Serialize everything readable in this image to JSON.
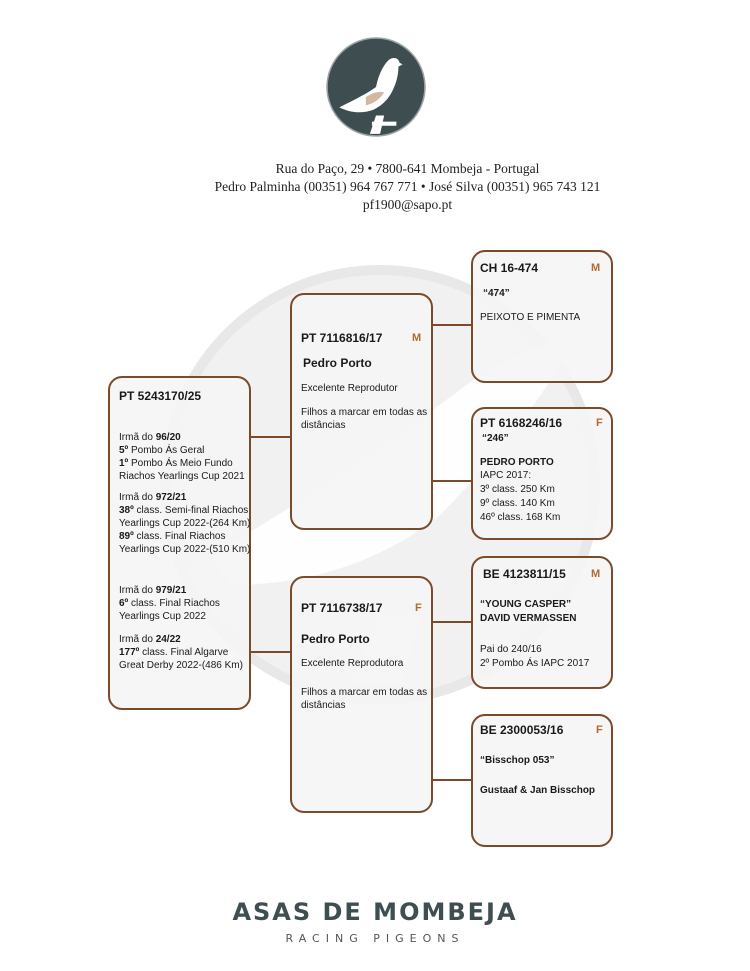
{
  "header": {
    "address": "Rua do Paço, 29 • 7800-641 Mombeja - Portugal",
    "contacts": "Pedro Palminha (00351) 964 767 771 • José Silva (00351) 965 743 121",
    "email": "pf1900@sapo.pt"
  },
  "subject": {
    "ring": "PT 5243170/25",
    "siblings": [
      {
        "prefix": "Irmã do ",
        "ring": "96/20",
        "results": [
          {
            "rank": "5º",
            "text": " Pombo Ás Geral"
          },
          {
            "rank": "1º",
            "text": " Pombo Ás Meio Fundo"
          },
          {
            "rank": "",
            "text": "Riachos Yearlings Cup 2021"
          }
        ]
      },
      {
        "prefix": "Irmã do ",
        "ring": "972/21",
        "results": [
          {
            "rank": "38º",
            "text": " class. Semi-final Riachos"
          },
          {
            "rank": "",
            "text": "Yearlings Cup 2022-(264 Km)"
          },
          {
            "rank": "89º",
            "text": " class. Final Riachos"
          },
          {
            "rank": "",
            "text": "Yearlings Cup 2022-(510 Km)"
          }
        ]
      },
      {
        "prefix": "Irmã do ",
        "ring": "979/21",
        "results": [
          {
            "rank": "6º",
            "text": " class. Final Riachos"
          },
          {
            "rank": "",
            "text": "Yearlings Cup 2022"
          }
        ]
      },
      {
        "prefix": "Irmã do ",
        "ring": "24/22",
        "results": [
          {
            "rank": "177º",
            "text": " class. Final Algarve"
          },
          {
            "rank": "",
            "text": "Great Derby 2022-(486 Km)"
          }
        ]
      }
    ]
  },
  "sire": {
    "ring": "PT 7116816/17",
    "sex": "M",
    "name": "Pedro Porto",
    "desc": "Excelente Reprodutor",
    "note_line1": "Filhos a marcar em todas as",
    "note_line2": "distâncias"
  },
  "dam": {
    "ring": "PT 7116738/17",
    "sex": "F",
    "name": "Pedro Porto",
    "desc": "Excelente Reprodutora",
    "note_line1": "Filhos a marcar em todas as",
    "note_line2": "distâncias"
  },
  "sire_sire": {
    "ring": "CH 16-474",
    "sex": "M",
    "name": "“474”",
    "breeder": "PEIXOTO E PIMENTA"
  },
  "sire_dam": {
    "ring": "PT 6168246/16",
    "sex": "F",
    "name": "“246”",
    "breeder": "PEDRO PORTO",
    "results": [
      "IAPC 2017:",
      "3º class. 250 Km",
      "9º class. 140 Km",
      "46º class. 168 Km"
    ]
  },
  "dam_sire": {
    "ring": "BE 4123811/15",
    "sex": "M",
    "name": "“YOUNG CASPER”",
    "breeder": "DAVID VERMASSEN",
    "results": [
      "Pai do 240/16",
      "2º Pombo Ás IAPC 2017"
    ]
  },
  "dam_dam": {
    "ring": "BE 2300053/16",
    "sex": "F",
    "name": "“Bisschop 053”",
    "breeder": "Gustaaf & Jan Bisschop"
  },
  "footer": {
    "brand": "ASAS DE MOMBEJA",
    "tagline": "RACING PIGEONS"
  },
  "colors": {
    "border": "#7a4a2a",
    "sex_marker": "#b36a2e",
    "logo_bg": "#3d4d50",
    "brand_text": "#3f4e51"
  },
  "icons": [
    "pigeon-logo-icon",
    "pigeon-watermark-icon"
  ]
}
